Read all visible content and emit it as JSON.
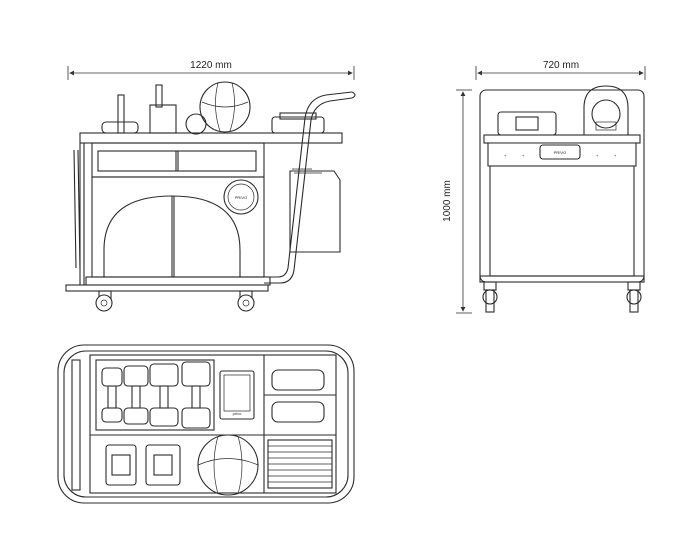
{
  "dimensions": {
    "width_front": "1220 mm",
    "width_side": "720 mm",
    "height_side": "1000 mm"
  },
  "labels": {
    "logo_front": "PRIVO",
    "logo_side": "PRIVO",
    "logo_top": "privo"
  }
}
